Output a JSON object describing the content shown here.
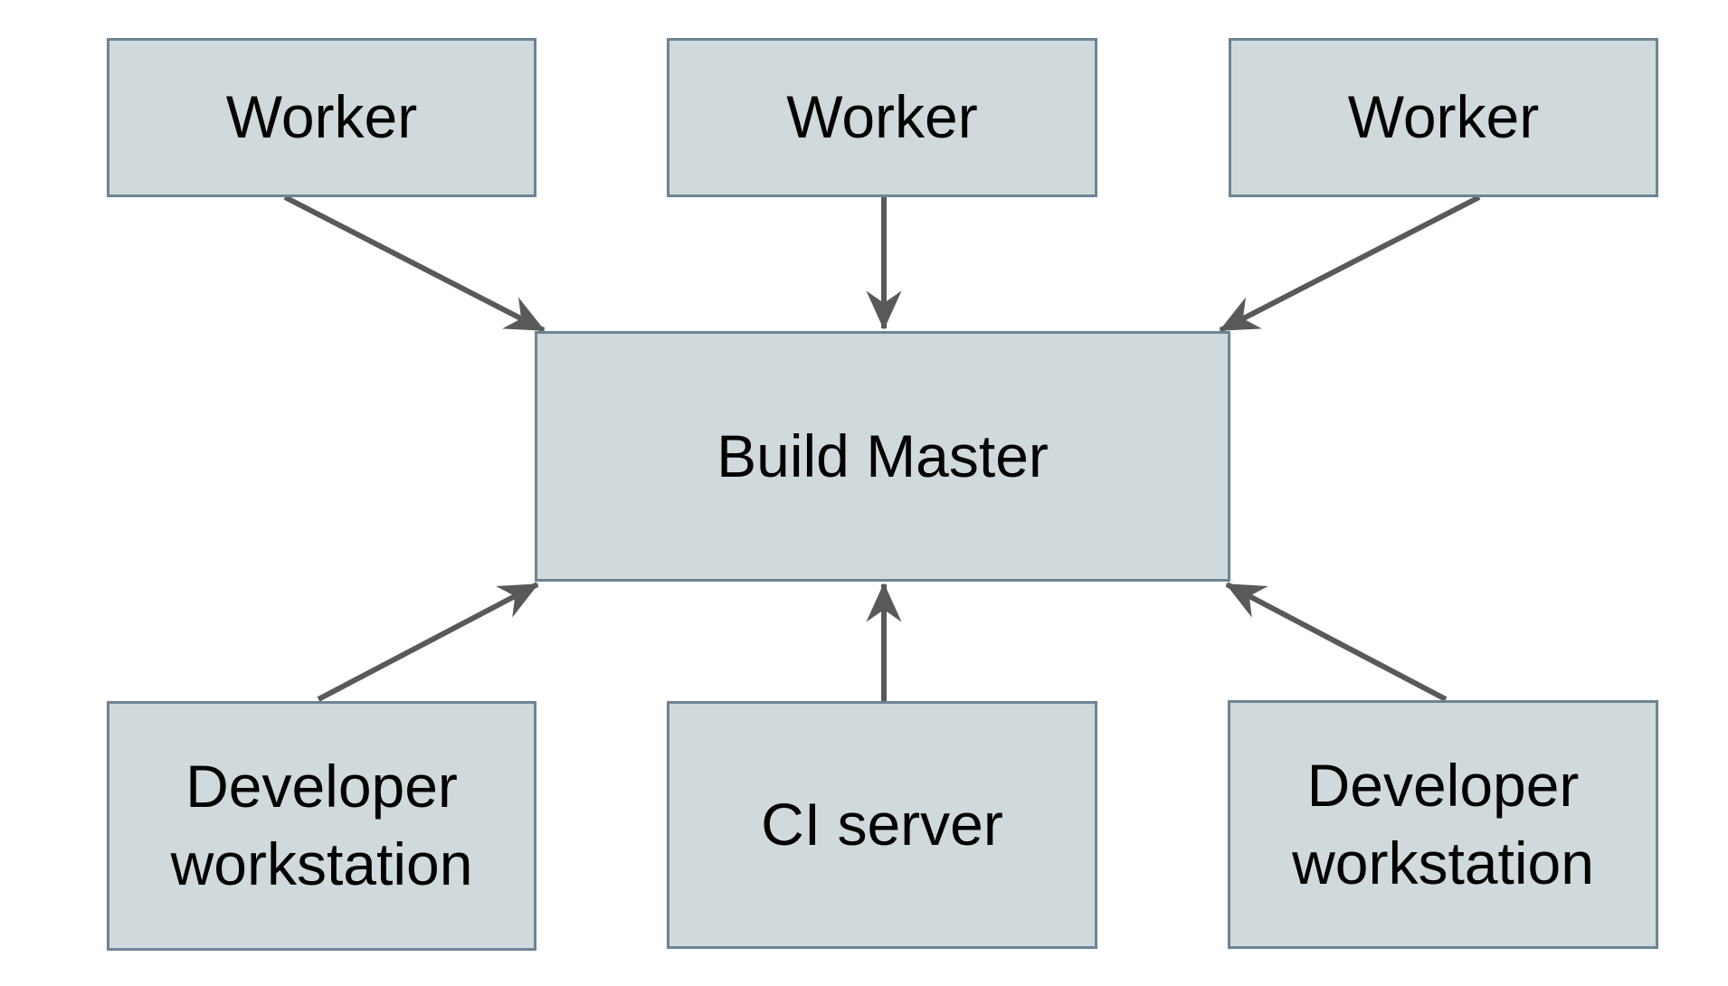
{
  "diagram": {
    "nodes": {
      "worker_left": {
        "label": "Worker"
      },
      "worker_center": {
        "label": "Worker"
      },
      "worker_right": {
        "label": "Worker"
      },
      "build_master": {
        "label": "Build Master"
      },
      "dev_workstation_left": {
        "label": "Developer workstation"
      },
      "ci_server": {
        "label": "CI server"
      },
      "dev_workstation_right": {
        "label": "Developer workstation"
      }
    },
    "edges": [
      {
        "from": "worker_left",
        "to": "build_master"
      },
      {
        "from": "worker_center",
        "to": "build_master"
      },
      {
        "from": "worker_right",
        "to": "build_master"
      },
      {
        "from": "dev_workstation_left",
        "to": "build_master"
      },
      {
        "from": "ci_server",
        "to": "build_master"
      },
      {
        "from": "dev_workstation_right",
        "to": "build_master"
      }
    ],
    "colors": {
      "node_fill": "#d0d9db",
      "node_border": "#6d8494",
      "arrow": "#58595a",
      "text": "#000000",
      "background": "#ffffff"
    }
  }
}
